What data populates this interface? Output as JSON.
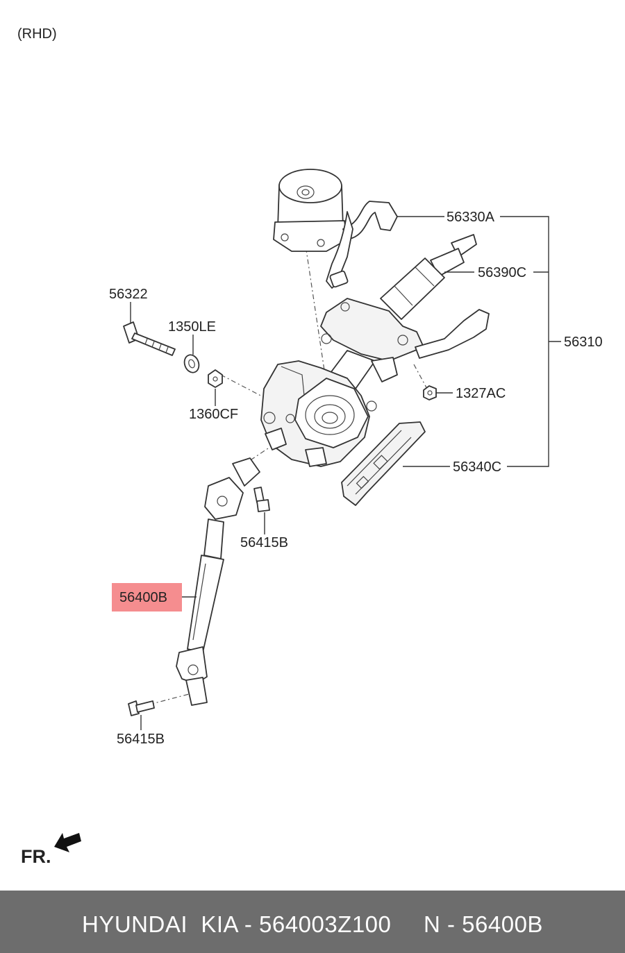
{
  "header": {
    "variant": "(RHD)"
  },
  "direction": {
    "label": "FR."
  },
  "callouts": {
    "c56330A": "56330A",
    "c56390C": "56390C",
    "c56310": "56310",
    "c56322": "56322",
    "c1350LE": "1350LE",
    "c1360CF": "1360CF",
    "c1327AC": "1327AC",
    "c56340C": "56340C",
    "c56415B_top": "56415B",
    "c56400B": "56400B",
    "c56415B_bottom": "56415B"
  },
  "highlight": {
    "color": "#f58d8f",
    "part": "56400B"
  },
  "footer": {
    "brand": "HYUNDAI  KIA - 564003Z100",
    "ref": "N - 56400B",
    "background": "#6d6d6d"
  }
}
